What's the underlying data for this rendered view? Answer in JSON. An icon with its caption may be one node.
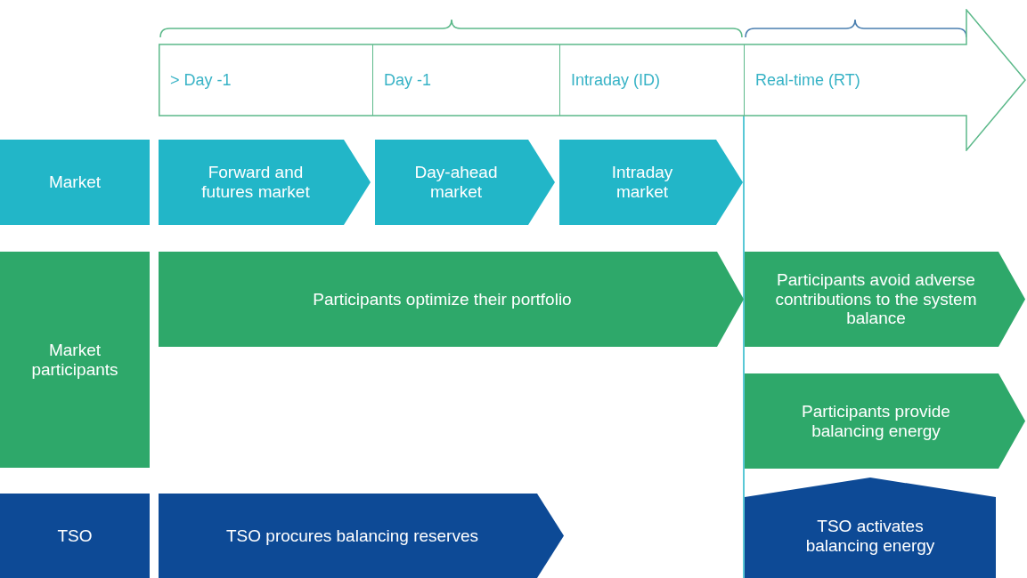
{
  "diagram": {
    "nodes": [
      {
        "text": [],
        "shape": "arrow"
      },
      {
        "text": [
          "> Day -1"
        ],
        "in": 0
      },
      {
        "text": [
          "Day -1"
        ],
        "in": 0
      },
      {
        "text": [
          "Intraday (ID)"
        ],
        "in": 0
      },
      {
        "text": [
          "Real-time (RT)"
        ],
        "in": 0
      },
      {
        "text": [
          "Market"
        ]
      },
      {
        "text": [
          "Forward and futures market"
        ]
      },
      {
        "text": [
          "Day-ahead market"
        ]
      },
      {
        "text": [
          "Intraday market"
        ]
      },
      {
        "text": [
          "Market participants"
        ]
      },
      {
        "text": [
          "Participants optimize their portfolio"
        ]
      },
      {
        "text": [
          "Participants avoid adverse contributions to the system balance"
        ]
      },
      {
        "text": [
          "Participants provide balancing energy"
        ]
      },
      {
        "text": [
          "TSO"
        ]
      },
      {
        "text": [
          "TSO procures balancing reserves"
        ]
      },
      {
        "text": [
          "TSO activates balancing energy"
        ]
      }
    ]
  }
}
